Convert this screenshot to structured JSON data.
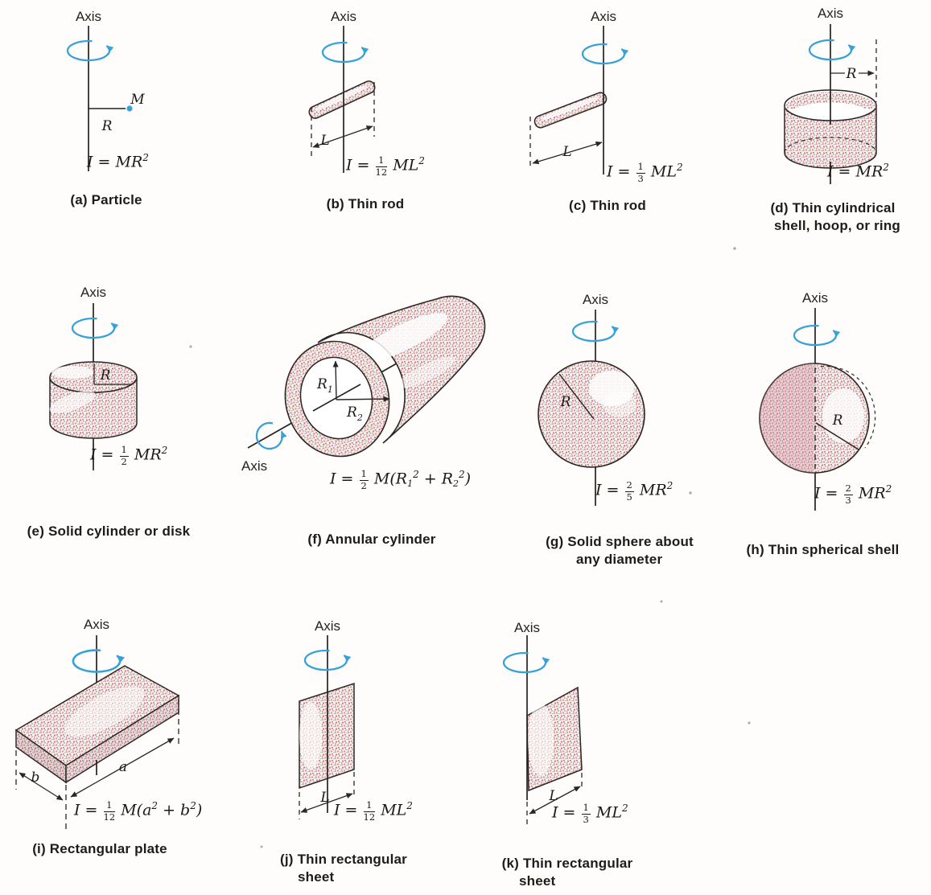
{
  "figure": {
    "axis_label": "Axis",
    "colors": {
      "accent_blue": "#38a1d7",
      "ink": "#2b2623",
      "shade_base": "#f6ece7",
      "shade_pink": "#cf6f7f"
    },
    "panels": [
      {
        "id": "a",
        "caption1": "(a) Particle",
        "caption2": "",
        "labels": {
          "M": "M",
          "R": "R"
        },
        "formula": [
          {
            "t": "x",
            "v": "I = MR"
          },
          {
            "t": "sup",
            "v": "2"
          }
        ]
      },
      {
        "id": "b",
        "caption1": "(b) Thin rod",
        "caption2": "",
        "labels": {
          "L": "L"
        },
        "formula": [
          {
            "t": "x",
            "v": "I = "
          },
          {
            "t": "frac",
            "n": "1",
            "d": "12"
          },
          {
            "t": "x",
            "v": " ML"
          },
          {
            "t": "sup",
            "v": "2"
          }
        ]
      },
      {
        "id": "c",
        "caption1": "(c) Thin rod",
        "caption2": "",
        "labels": {
          "L": "L"
        },
        "formula": [
          {
            "t": "x",
            "v": "I = "
          },
          {
            "t": "frac",
            "n": "1",
            "d": "3"
          },
          {
            "t": "x",
            "v": " ML"
          },
          {
            "t": "sup",
            "v": "2"
          }
        ]
      },
      {
        "id": "d",
        "caption1": "(d) Thin cylindrical",
        "caption2": "shell, hoop, or ring",
        "labels": {
          "R": "R"
        },
        "formula": [
          {
            "t": "x",
            "v": "I = MR"
          },
          {
            "t": "sup",
            "v": "2"
          }
        ]
      },
      {
        "id": "e",
        "caption1": "(e) Solid cylinder or disk",
        "caption2": "",
        "labels": {
          "R": "R"
        },
        "formula": [
          {
            "t": "x",
            "v": "I = "
          },
          {
            "t": "frac",
            "n": "1",
            "d": "2"
          },
          {
            "t": "x",
            "v": " MR"
          },
          {
            "t": "sup",
            "v": "2"
          }
        ]
      },
      {
        "id": "f",
        "caption1": "(f) Annular cylinder",
        "caption2": "",
        "labels": {
          "R1b": "R",
          "R1s": "1",
          "R2b": "R",
          "R2s": "2"
        },
        "formula": [
          {
            "t": "x",
            "v": "I = "
          },
          {
            "t": "frac",
            "n": "1",
            "d": "2"
          },
          {
            "t": "x",
            "v": " M(R"
          },
          {
            "t": "sub",
            "v": "1"
          },
          {
            "t": "sup",
            "v": "2"
          },
          {
            "t": "x",
            "v": " + R"
          },
          {
            "t": "sub",
            "v": "2"
          },
          {
            "t": "sup",
            "v": "2"
          },
          {
            "t": "x",
            "v": ")"
          }
        ]
      },
      {
        "id": "g",
        "caption1": "(g) Solid sphere about",
        "caption2": "any diameter",
        "labels": {
          "R": "R"
        },
        "formula": [
          {
            "t": "x",
            "v": "I = "
          },
          {
            "t": "frac",
            "n": "2",
            "d": "5"
          },
          {
            "t": "x",
            "v": " MR"
          },
          {
            "t": "sup",
            "v": "2"
          }
        ]
      },
      {
        "id": "h",
        "caption1": "(h) Thin spherical shell",
        "caption2": "",
        "labels": {
          "R": "R"
        },
        "formula": [
          {
            "t": "x",
            "v": "I = "
          },
          {
            "t": "frac",
            "n": "2",
            "d": "3"
          },
          {
            "t": "x",
            "v": " MR"
          },
          {
            "t": "sup",
            "v": "2"
          }
        ]
      },
      {
        "id": "i",
        "caption1": "(i) Rectangular plate",
        "caption2": "",
        "labels": {
          "a": "a",
          "b": "b"
        },
        "formula": [
          {
            "t": "x",
            "v": "I = "
          },
          {
            "t": "frac",
            "n": "1",
            "d": "12"
          },
          {
            "t": "x",
            "v": " M(a"
          },
          {
            "t": "sup",
            "v": "2"
          },
          {
            "t": "x",
            "v": " + b"
          },
          {
            "t": "sup",
            "v": "2"
          },
          {
            "t": "x",
            "v": ")"
          }
        ]
      },
      {
        "id": "j",
        "caption1": "(j) Thin rectangular",
        "caption2": "sheet",
        "labels": {
          "L": "L"
        },
        "formula": [
          {
            "t": "x",
            "v": "I = "
          },
          {
            "t": "frac",
            "n": "1",
            "d": "12"
          },
          {
            "t": "x",
            "v": " ML"
          },
          {
            "t": "sup",
            "v": "2"
          }
        ]
      },
      {
        "id": "k",
        "caption1": "(k) Thin rectangular",
        "caption2": "sheet",
        "labels": {
          "L": "L"
        },
        "formula": [
          {
            "t": "x",
            "v": "I = "
          },
          {
            "t": "frac",
            "n": "1",
            "d": "3"
          },
          {
            "t": "x",
            "v": " ML"
          },
          {
            "t": "sup",
            "v": "2"
          }
        ]
      }
    ]
  }
}
